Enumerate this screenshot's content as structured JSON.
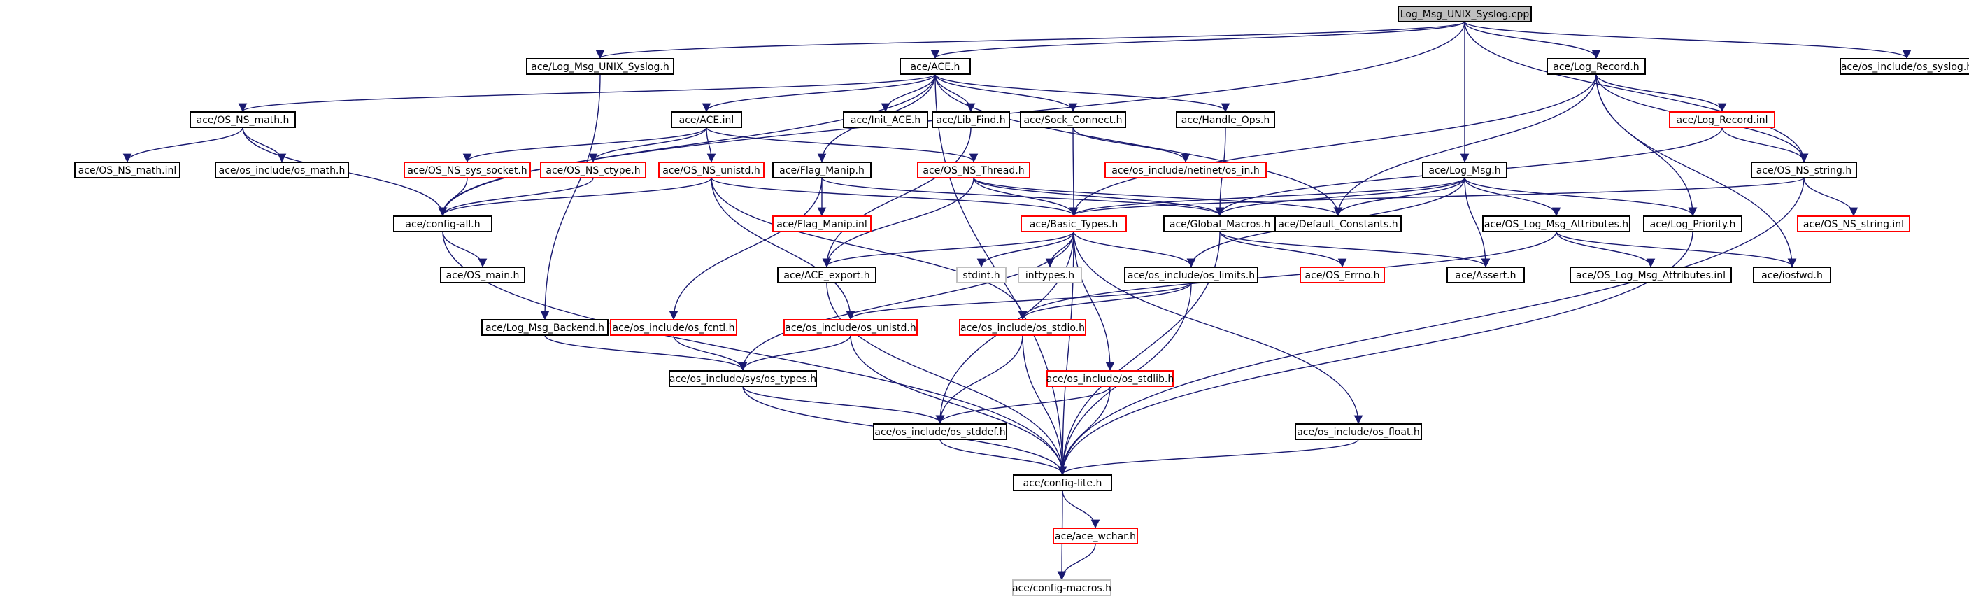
{
  "diagram": {
    "colors": {
      "edge": "#191970",
      "root_fill": "#bfbfbf",
      "normal_border": "#000000",
      "red_border": "#ff0000",
      "gray_border": "#bfbfbf",
      "fill": "#ffffff"
    },
    "nodes": [
      {
        "id": "root",
        "label": "Log_Msg_UNIX_Syslog.cpp",
        "style": "root"
      },
      {
        "id": "log_msg_unix_syslog_h",
        "label": "ace/Log_Msg_UNIX_Syslog.h",
        "style": "black"
      },
      {
        "id": "ace_h",
        "label": "ace/ACE.h",
        "style": "black"
      },
      {
        "id": "log_record_h",
        "label": "ace/Log_Record.h",
        "style": "black"
      },
      {
        "id": "os_syslog_h",
        "label": "ace/os_include/os_syslog.h",
        "style": "black"
      },
      {
        "id": "os_ns_math_h",
        "label": "ace/OS_NS_math.h",
        "style": "black"
      },
      {
        "id": "ace_inl",
        "label": "ace/ACE.inl",
        "style": "black"
      },
      {
        "id": "init_ace_h",
        "label": "ace/Init_ACE.h",
        "style": "black"
      },
      {
        "id": "lib_find_h",
        "label": "ace/Lib_Find.h",
        "style": "black"
      },
      {
        "id": "sock_connect_h",
        "label": "ace/Sock_Connect.h",
        "style": "black"
      },
      {
        "id": "handle_ops_h",
        "label": "ace/Handle_Ops.h",
        "style": "black"
      },
      {
        "id": "log_record_inl",
        "label": "ace/Log_Record.inl",
        "style": "red"
      },
      {
        "id": "os_ns_math_inl",
        "label": "ace/OS_NS_math.inl",
        "style": "black"
      },
      {
        "id": "os_math_h",
        "label": "ace/os_include/os_math.h",
        "style": "black"
      },
      {
        "id": "os_ns_sys_socket_h",
        "label": "ace/OS_NS_sys_socket.h",
        "style": "red"
      },
      {
        "id": "os_ns_ctype_h",
        "label": "ace/OS_NS_ctype.h",
        "style": "red"
      },
      {
        "id": "os_ns_unistd_h",
        "label": "ace/OS_NS_unistd.h",
        "style": "red"
      },
      {
        "id": "flag_manip_h",
        "label": "ace/Flag_Manip.h",
        "style": "black"
      },
      {
        "id": "os_ns_thread_h",
        "label": "ace/OS_NS_Thread.h",
        "style": "red"
      },
      {
        "id": "os_in_h",
        "label": "ace/os_include/netinet/os_in.h",
        "style": "red"
      },
      {
        "id": "log_msg_h",
        "label": "ace/Log_Msg.h",
        "style": "black"
      },
      {
        "id": "os_ns_string_h",
        "label": "ace/OS_NS_string.h",
        "style": "black"
      },
      {
        "id": "config_all_h",
        "label": "ace/config-all.h",
        "style": "black"
      },
      {
        "id": "flag_manip_inl",
        "label": "ace/Flag_Manip.inl",
        "style": "red"
      },
      {
        "id": "basic_types_h",
        "label": "ace/Basic_Types.h",
        "style": "red"
      },
      {
        "id": "global_macros_h",
        "label": "ace/Global_Macros.h",
        "style": "black"
      },
      {
        "id": "default_constants_h",
        "label": "ace/Default_Constants.h",
        "style": "black"
      },
      {
        "id": "os_log_msg_attributes_h",
        "label": "ace/OS_Log_Msg_Attributes.h",
        "style": "black"
      },
      {
        "id": "log_priority_h",
        "label": "ace/Log_Priority.h",
        "style": "black"
      },
      {
        "id": "os_ns_string_inl",
        "label": "ace/OS_NS_string.inl",
        "style": "red"
      },
      {
        "id": "os_main_h",
        "label": "ace/OS_main.h",
        "style": "black"
      },
      {
        "id": "ace_export_h",
        "label": "ace/ACE_export.h",
        "style": "black"
      },
      {
        "id": "stdint_h",
        "label": "stdint.h",
        "style": "gray"
      },
      {
        "id": "inttypes_h",
        "label": "inttypes.h",
        "style": "gray"
      },
      {
        "id": "os_limits_h",
        "label": "ace/os_include/os_limits.h",
        "style": "black"
      },
      {
        "id": "os_errno_h",
        "label": "ace/OS_Errno.h",
        "style": "red"
      },
      {
        "id": "assert_h",
        "label": "ace/Assert.h",
        "style": "black"
      },
      {
        "id": "os_log_msg_attributes_inl",
        "label": "ace/OS_Log_Msg_Attributes.inl",
        "style": "black"
      },
      {
        "id": "iosfwd_h",
        "label": "ace/iosfwd.h",
        "style": "black"
      },
      {
        "id": "log_msg_backend_h",
        "label": "ace/Log_Msg_Backend.h",
        "style": "black"
      },
      {
        "id": "os_fcntl_h",
        "label": "ace/os_include/os_fcntl.h",
        "style": "red"
      },
      {
        "id": "os_unistd_h",
        "label": "ace/os_include/os_unistd.h",
        "style": "red"
      },
      {
        "id": "os_stdio_h",
        "label": "ace/os_include/os_stdio.h",
        "style": "red"
      },
      {
        "id": "os_types_h",
        "label": "ace/os_include/sys/os_types.h",
        "style": "black"
      },
      {
        "id": "os_stdlib_h",
        "label": "ace/os_include/os_stdlib.h",
        "style": "red"
      },
      {
        "id": "os_stddef_h",
        "label": "ace/os_include/os_stddef.h",
        "style": "black"
      },
      {
        "id": "os_float_h",
        "label": "ace/os_include/os_float.h",
        "style": "black"
      },
      {
        "id": "config_lite_h",
        "label": "ace/config-lite.h",
        "style": "black"
      },
      {
        "id": "ace_wchar_h",
        "label": "ace/ace_wchar.h",
        "style": "red"
      },
      {
        "id": "config_macros_h",
        "label": "ace/config-macros.h",
        "style": "gray"
      }
    ],
    "edges": [
      [
        "root",
        "log_msg_unix_syslog_h"
      ],
      [
        "root",
        "ace_h"
      ],
      [
        "root",
        "log_record_h"
      ],
      [
        "root",
        "os_syslog_h"
      ],
      [
        "root",
        "log_msg_h"
      ],
      [
        "root",
        "os_ns_string_h"
      ],
      [
        "root",
        "config_all_h"
      ],
      [
        "log_msg_unix_syslog_h",
        "log_msg_backend_h"
      ],
      [
        "ace_h",
        "os_ns_math_h"
      ],
      [
        "ace_h",
        "ace_inl"
      ],
      [
        "ace_h",
        "init_ace_h"
      ],
      [
        "ace_h",
        "lib_find_h"
      ],
      [
        "ace_h",
        "sock_connect_h"
      ],
      [
        "ace_h",
        "handle_ops_h"
      ],
      [
        "ace_h",
        "flag_manip_h"
      ],
      [
        "ace_h",
        "default_constants_h"
      ],
      [
        "ace_h",
        "config_all_h"
      ],
      [
        "ace_h",
        "config_lite_h"
      ],
      [
        "os_ns_math_h",
        "os_ns_math_inl"
      ],
      [
        "os_ns_math_h",
        "os_math_h"
      ],
      [
        "os_ns_math_h",
        "config_all_h"
      ],
      [
        "ace_inl",
        "os_ns_sys_socket_h"
      ],
      [
        "ace_inl",
        "os_ns_ctype_h"
      ],
      [
        "ace_inl",
        "os_ns_unistd_h"
      ],
      [
        "ace_inl",
        "os_ns_thread_h"
      ],
      [
        "os_ns_sys_socket_h",
        "config_all_h"
      ],
      [
        "os_ns_ctype_h",
        "config_all_h"
      ],
      [
        "os_ns_unistd_h",
        "config_all_h"
      ],
      [
        "os_ns_unistd_h",
        "basic_types_h"
      ],
      [
        "os_ns_unistd_h",
        "os_unistd_h"
      ],
      [
        "os_ns_unistd_h",
        "os_stdio_h"
      ],
      [
        "os_ns_thread_h",
        "basic_types_h"
      ],
      [
        "os_ns_thread_h",
        "global_macros_h"
      ],
      [
        "os_ns_thread_h",
        "ace_export_h"
      ],
      [
        "os_ns_thread_h",
        "default_constants_h"
      ],
      [
        "flag_manip_h",
        "flag_manip_inl"
      ],
      [
        "flag_manip_h",
        "global_macros_h"
      ],
      [
        "flag_manip_h",
        "os_fcntl_h"
      ],
      [
        "lib_find_h",
        "ace_export_h"
      ],
      [
        "sock_connect_h",
        "os_in_h"
      ],
      [
        "sock_connect_h",
        "basic_types_h"
      ],
      [
        "handle_ops_h",
        "global_macros_h"
      ],
      [
        "log_record_h",
        "log_record_inl"
      ],
      [
        "log_record_h",
        "os_ns_string_h"
      ],
      [
        "log_record_h",
        "basic_types_h"
      ],
      [
        "log_record_h",
        "default_constants_h"
      ],
      [
        "log_record_h",
        "log_priority_h"
      ],
      [
        "log_record_h",
        "iosfwd_h"
      ],
      [
        "log_record_inl",
        "os_ns_string_h"
      ],
      [
        "log_record_inl",
        "global_macros_h"
      ],
      [
        "log_msg_h",
        "basic_types_h"
      ],
      [
        "log_msg_h",
        "global_macros_h"
      ],
      [
        "log_msg_h",
        "default_constants_h"
      ],
      [
        "log_msg_h",
        "log_priority_h"
      ],
      [
        "log_msg_h",
        "os_log_msg_attributes_h"
      ],
      [
        "log_msg_h",
        "assert_h"
      ],
      [
        "log_msg_h",
        "os_limits_h"
      ],
      [
        "os_ns_string_h",
        "os_ns_string_inl"
      ],
      [
        "os_ns_string_h",
        "basic_types_h"
      ],
      [
        "os_ns_string_h",
        "config_lite_h"
      ],
      [
        "config_all_h",
        "os_main_h"
      ],
      [
        "config_all_h",
        "config_lite_h"
      ],
      [
        "basic_types_h",
        "ace_export_h"
      ],
      [
        "basic_types_h",
        "stdint_h"
      ],
      [
        "basic_types_h",
        "inttypes_h"
      ],
      [
        "basic_types_h",
        "os_limits_h"
      ],
      [
        "basic_types_h",
        "os_stdlib_h"
      ],
      [
        "basic_types_h",
        "os_types_h"
      ],
      [
        "basic_types_h",
        "os_stddef_h"
      ],
      [
        "basic_types_h",
        "os_float_h"
      ],
      [
        "basic_types_h",
        "config_lite_h"
      ],
      [
        "global_macros_h",
        "os_errno_h"
      ],
      [
        "global_macros_h",
        "assert_h"
      ],
      [
        "global_macros_h",
        "config_lite_h"
      ],
      [
        "os_log_msg_attributes_h",
        "os_log_msg_attributes_inl"
      ],
      [
        "os_log_msg_attributes_h",
        "iosfwd_h"
      ],
      [
        "os_log_msg_attributes_h",
        "os_stdio_h"
      ],
      [
        "log_priority_h",
        "config_lite_h"
      ],
      [
        "ace_export_h",
        "config_lite_h"
      ],
      [
        "os_limits_h",
        "os_unistd_h"
      ],
      [
        "os_limits_h",
        "os_stdio_h"
      ],
      [
        "os_limits_h",
        "config_lite_h"
      ],
      [
        "log_msg_backend_h",
        "os_types_h"
      ],
      [
        "os_fcntl_h",
        "os_types_h"
      ],
      [
        "os_unistd_h",
        "os_types_h"
      ],
      [
        "os_unistd_h",
        "config_lite_h"
      ],
      [
        "os_stdio_h",
        "os_stddef_h"
      ],
      [
        "os_stdio_h",
        "config_lite_h"
      ],
      [
        "os_types_h",
        "os_stddef_h"
      ],
      [
        "os_types_h",
        "config_lite_h"
      ],
      [
        "os_stdlib_h",
        "os_stddef_h"
      ],
      [
        "os_stdlib_h",
        "config_lite_h"
      ],
      [
        "os_stddef_h",
        "config_lite_h"
      ],
      [
        "os_float_h",
        "config_lite_h"
      ],
      [
        "config_lite_h",
        "ace_wchar_h"
      ],
      [
        "config_lite_h",
        "config_macros_h"
      ],
      [
        "ace_wchar_h",
        "config_macros_h"
      ]
    ]
  }
}
